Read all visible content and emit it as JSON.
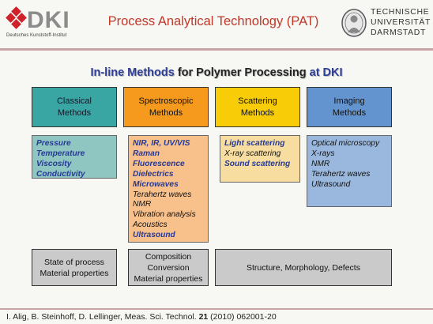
{
  "header": {
    "dki_logo_text": "DKI",
    "dki_logo_subtext": "Deutsches Kunststoff-Institut",
    "title": "Process Analytical Technology (PAT)",
    "tu_lines": [
      "TECHNISCHE",
      "UNIVERSITÄT",
      "DARMSTADT"
    ]
  },
  "subtitle": {
    "part1": "In-line Methods",
    "part2": " for Polymer Processing ",
    "part3": "at DKI"
  },
  "columns": [
    {
      "heading": [
        "Classical",
        "Methods"
      ],
      "items": [
        {
          "text": "Pressure",
          "emph": true
        },
        {
          "text": "Temperature",
          "emph": true
        },
        {
          "text": "Viscosity",
          "emph": true
        },
        {
          "text": "Conductivity",
          "emph": true
        }
      ]
    },
    {
      "heading": [
        "Spectroscopic",
        "Methods"
      ],
      "items": [
        {
          "text": "NIR, IR, UV/VIS",
          "emph": true
        },
        {
          "text": "Raman",
          "emph": true
        },
        {
          "text": "Fluorescence",
          "emph": true
        },
        {
          "text": "Dielectrics",
          "emph": true
        },
        {
          "text": "Microwaves",
          "emph": true
        },
        {
          "text": "Terahertz waves",
          "emph": false
        },
        {
          "text": "NMR",
          "emph": false
        },
        {
          "text": "Vibration analysis",
          "emph": false
        },
        {
          "text": "Acoustics",
          "emph": false
        },
        {
          "text": "Ultrasound",
          "emph": true
        }
      ]
    },
    {
      "heading": [
        "Scattering",
        "Methods"
      ],
      "items": [
        {
          "text": "Light scattering",
          "emph": true
        },
        {
          "text": "X-ray scattering",
          "emph": false
        },
        {
          "text": "Sound scattering",
          "emph": true
        }
      ]
    },
    {
      "heading": [
        "Imaging",
        "Methods"
      ],
      "items": [
        {
          "text": "Optical microscopy",
          "emph": false
        },
        {
          "text": "X-rays",
          "emph": false
        },
        {
          "text": "NMR",
          "emph": false
        },
        {
          "text": "Terahertz waves",
          "emph": false
        },
        {
          "text": "Ultrasound",
          "emph": false
        }
      ]
    }
  ],
  "outcomes": [
    [
      "State of process",
      "Material properties"
    ],
    [
      "Composition",
      "Conversion",
      "Material properties"
    ],
    [
      "Structure, Morphology, Defects"
    ]
  ],
  "citation": {
    "prefix": "I. Alig, B. Steinhoff, D. Lellinger, Meas. Sci. Technol. ",
    "volume": "21",
    "suffix": " (2010) 062001-20"
  },
  "colors": {
    "title_red": "#c0392b",
    "accent_blue": "#263996",
    "classical": "#3aa6a4",
    "spectroscopic": "#f59a1c",
    "scattering": "#f8cd07",
    "imaging": "#6394cf"
  }
}
